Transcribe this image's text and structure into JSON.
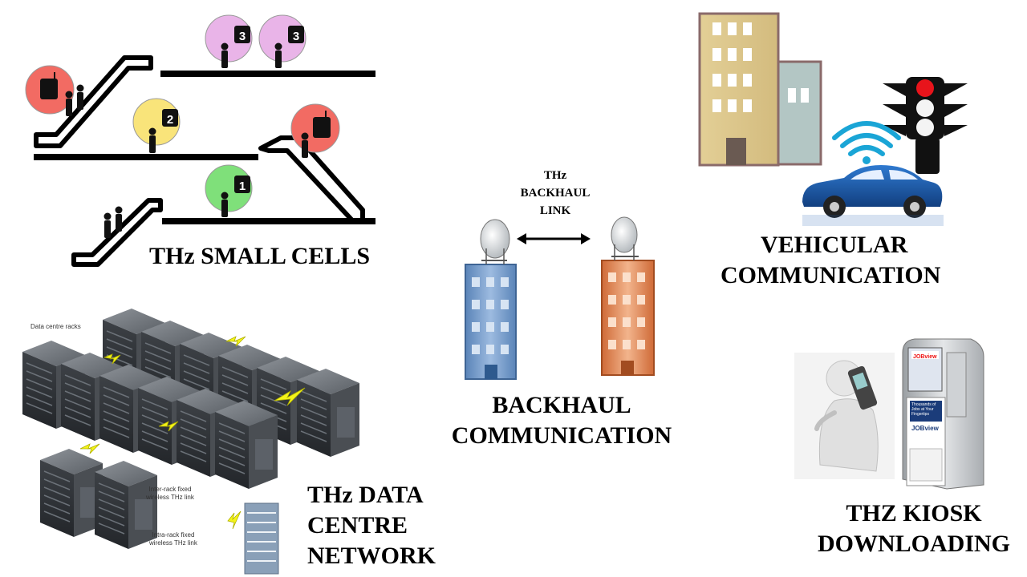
{
  "labels": {
    "small_cells": "THz SMALL CELLS",
    "vehicular": [
      "VEHICULAR",
      "COMMUNICATION"
    ],
    "backhaul": [
      "BACKHAUL",
      "COMMUNICATION"
    ],
    "backhaul_link": [
      "THz",
      "BACKHAUL",
      "LINK"
    ],
    "data_centre": [
      "THz DATA",
      "CENTRE",
      "NETWORK"
    ],
    "kiosk": [
      "THZ KIOSK",
      "DOWNLOADING"
    ]
  },
  "data_centre_annotations": {
    "racks": "Data centre racks",
    "inter_rack": [
      "Inter-rack fixed",
      "wireless THz link"
    ],
    "intra_rack": [
      "Intra-rack fixed",
      "wireless THz link"
    ]
  },
  "small_cell_badges": {
    "tier3": "3",
    "tier2": "2",
    "tier1": "1"
  },
  "kiosk_screen": {
    "brand": "JOBview",
    "tagline": "Thousands of Jobs at Your Fingertips"
  },
  "colors": {
    "cell_red": "#f26b63",
    "cell_yellow": "#f9e47a",
    "cell_green": "#7fe07a",
    "cell_pink": "#e9b4e8",
    "car_blue": "#1f5fb0",
    "building_blue": "#6b93c3",
    "building_orange": "#d98051"
  }
}
